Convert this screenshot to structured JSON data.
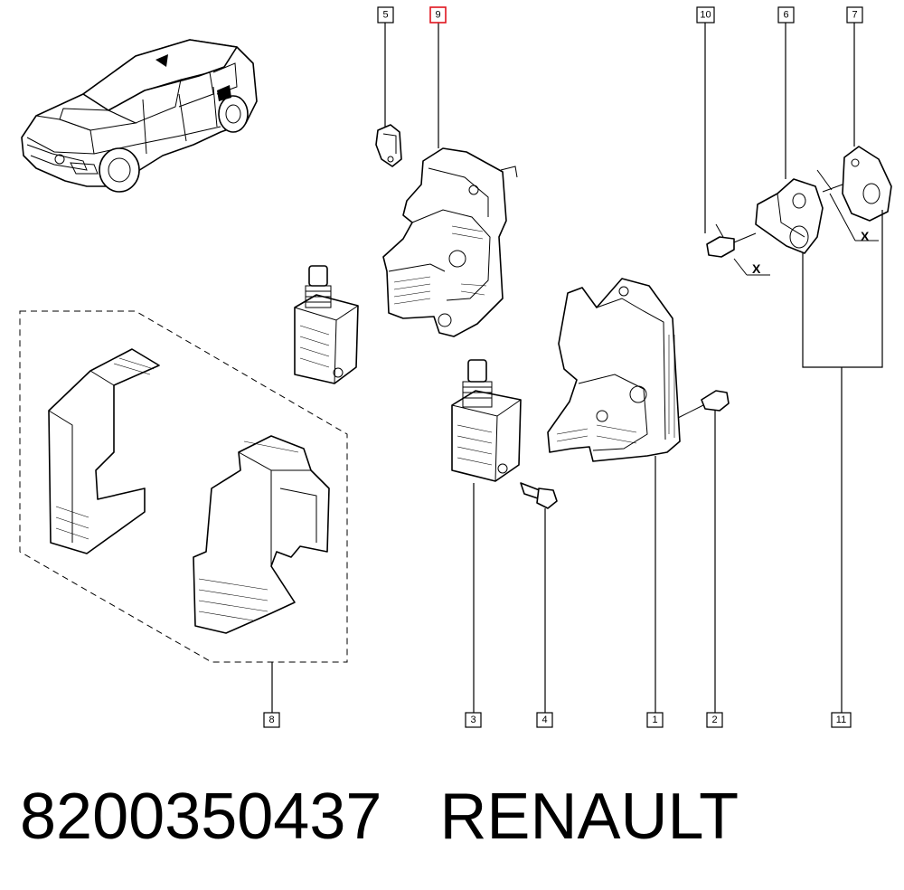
{
  "callouts": [
    {
      "id": "5",
      "label": "5"
    },
    {
      "id": "9",
      "label": "9",
      "selected": true
    },
    {
      "id": "10",
      "label": "10"
    },
    {
      "id": "6",
      "label": "6"
    },
    {
      "id": "7",
      "label": "7"
    },
    {
      "id": "8",
      "label": "8"
    },
    {
      "id": "3",
      "label": "3"
    },
    {
      "id": "4",
      "label": "4"
    },
    {
      "id": "1",
      "label": "1"
    },
    {
      "id": "2",
      "label": "2"
    },
    {
      "id": "11",
      "label": "11"
    }
  ],
  "markers": {
    "x1": "X",
    "x2": "X"
  },
  "footer": {
    "part_number": "8200350437",
    "brand": "RENAULT"
  },
  "colors": {
    "selected_callout": "#e0141e",
    "ink": "#000000",
    "background": "#ffffff"
  }
}
